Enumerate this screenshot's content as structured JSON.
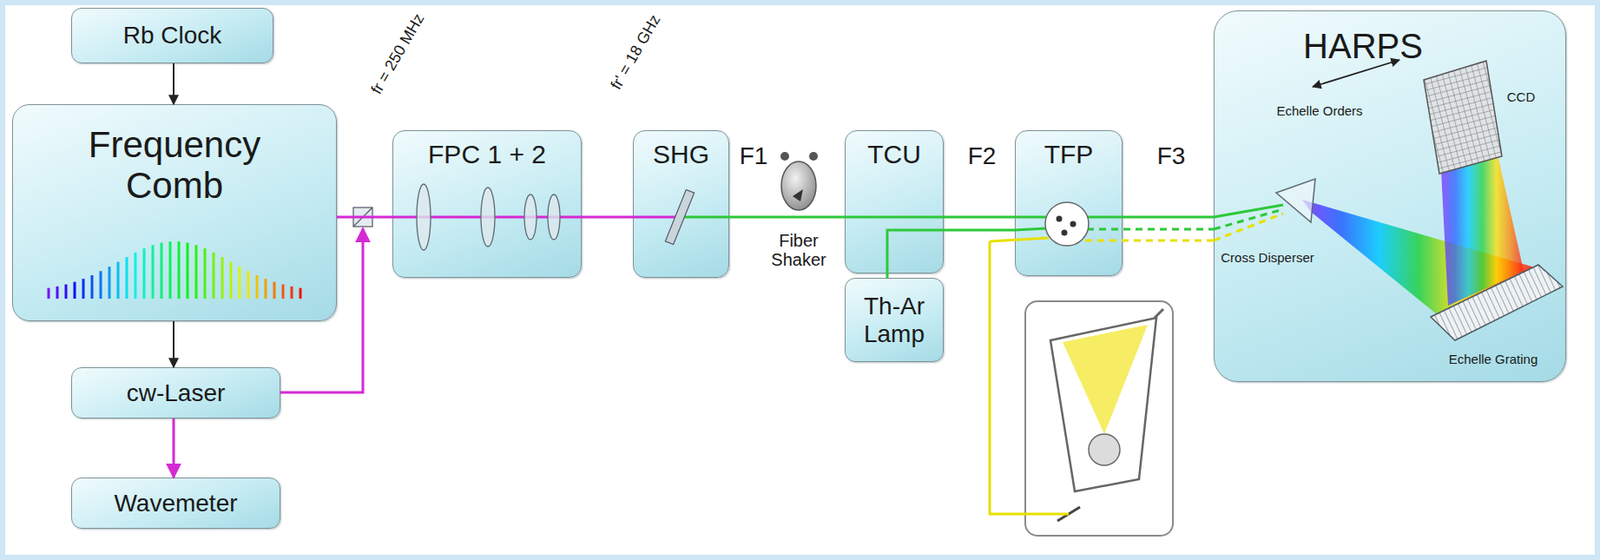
{
  "diagram": {
    "nodes": [
      {
        "text": [
          "Rb Clock"
        ]
      },
      {
        "text": [
          "Frequency Comb"
        ]
      },
      {
        "text": [
          "cw-Laser"
        ]
      },
      {
        "text": [
          "Wavemeter"
        ]
      },
      {
        "text": [
          "FPC 1 + 2"
        ]
      },
      {
        "text": [
          "SHG"
        ]
      },
      {
        "text": [
          "TCU"
        ]
      },
      {
        "text": [
          "Th-Ar Lamp"
        ]
      },
      {
        "text": [
          "TFP"
        ]
      },
      {
        "text": [
          "HARPS"
        ]
      }
    ],
    "edges": [
      {
        "from": 0,
        "to": 1,
        "arrow": "to"
      },
      {
        "from": 1,
        "to": 2,
        "arrow": "to"
      },
      {
        "from": 2,
        "to": 3,
        "arrow": "to"
      },
      {
        "from": 1,
        "to": 4,
        "arrow": "none"
      },
      {
        "from": 4,
        "to": 5,
        "arrow": "none"
      },
      {
        "from": 5,
        "to": 6,
        "arrow": "none"
      },
      {
        "from": 6,
        "to": 8,
        "arrow": "none"
      },
      {
        "from": 7,
        "to": 8,
        "arrow": "none"
      },
      {
        "from": 8,
        "to": 9,
        "arrow": "none"
      }
    ],
    "labels": [
      "fr = 250 MHz",
      "fr' = 18 GHz",
      "F1",
      "Fiber Shaker",
      "F2",
      "F3",
      "Echelle Orders",
      "CCD",
      "Cross Disperser",
      "Echelle Grating"
    ]
  }
}
